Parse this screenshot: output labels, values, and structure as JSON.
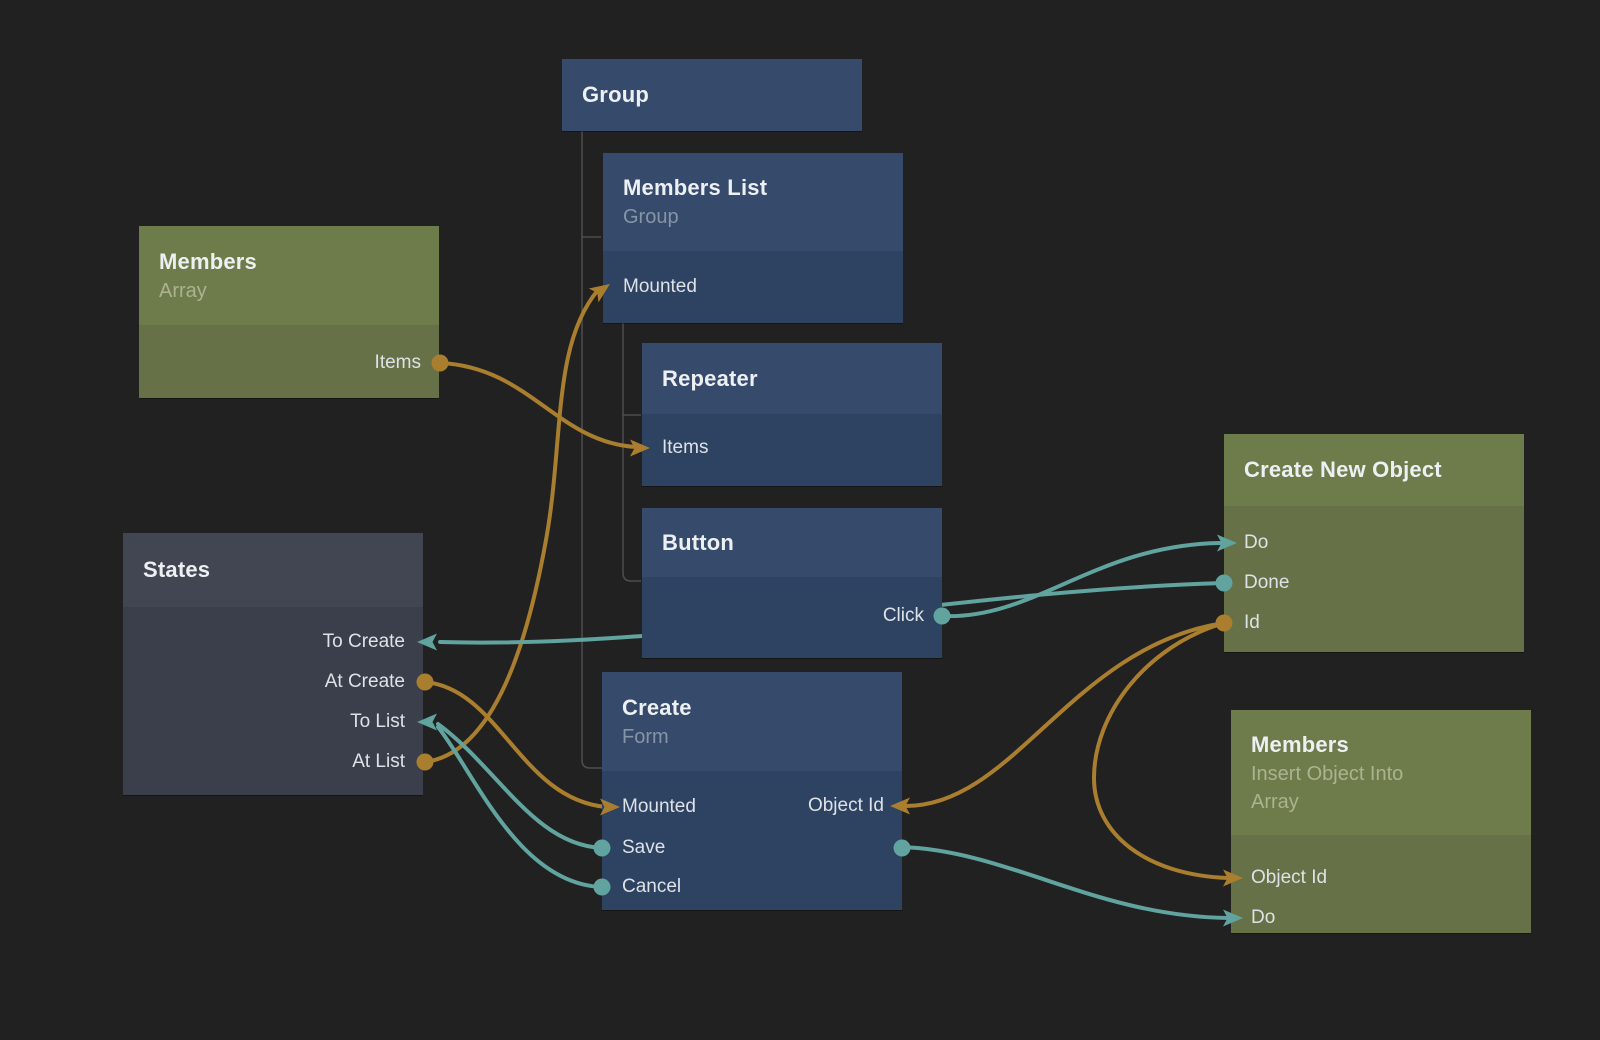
{
  "canvas": {
    "background": "#212121"
  },
  "colors": {
    "wire_orange": "#a97e2e",
    "wire_teal": "#61a39e",
    "node_blue_header": "#364a6b",
    "node_blue_body": "#2e4261",
    "node_green_header": "#6e7c4b",
    "node_green_body": "#677147",
    "node_dark_header": "#424653",
    "node_dark_body": "#3b3f4c"
  },
  "nodes": {
    "group": {
      "title": "Group"
    },
    "members_array": {
      "title": "Members",
      "subtitle": "Array",
      "ports": {
        "items": {
          "label": "Items"
        }
      }
    },
    "members_list": {
      "title": "Members List",
      "subtitle": "Group",
      "ports": {
        "mounted": {
          "label": "Mounted"
        }
      }
    },
    "repeater": {
      "title": "Repeater",
      "ports": {
        "items": {
          "label": "Items"
        }
      }
    },
    "button": {
      "title": "Button",
      "ports": {
        "click": {
          "label": "Click"
        }
      }
    },
    "states": {
      "title": "States",
      "ports": {
        "to_create": {
          "label": "To Create"
        },
        "at_create": {
          "label": "At Create"
        },
        "to_list": {
          "label": "To List"
        },
        "at_list": {
          "label": "At List"
        }
      }
    },
    "create_form": {
      "title": "Create",
      "subtitle": "Form",
      "ports": {
        "mounted": {
          "label": "Mounted"
        },
        "object_id": {
          "label": "Object Id"
        },
        "save": {
          "label": "Save"
        },
        "cancel": {
          "label": "Cancel"
        }
      }
    },
    "create_new_object": {
      "title": "Create New Object",
      "ports": {
        "do": {
          "label": "Do"
        },
        "done": {
          "label": "Done"
        },
        "id": {
          "label": "Id"
        }
      }
    },
    "members_insert": {
      "title": "Members",
      "subtitle": "Insert Object Into Array",
      "ports": {
        "object_id": {
          "label": "Object Id"
        },
        "do": {
          "label": "Do"
        }
      }
    }
  },
  "connections": [
    {
      "from": "members_array.items",
      "to": "repeater.items",
      "color": "#a97e2e"
    },
    {
      "from": "states.at_list",
      "to": "members_list.mounted",
      "color": "#a97e2e"
    },
    {
      "from": "states.at_create",
      "to": "create_form.mounted",
      "color": "#a97e2e"
    },
    {
      "from": "create_new_object.done",
      "to": "states.to_create",
      "color": "#61a39e"
    },
    {
      "from": "button.click",
      "to": "create_new_object.do",
      "color": "#61a39e"
    },
    {
      "from": "create_form.save",
      "to": "members_insert.do",
      "color": "#61a39e"
    },
    {
      "from": "create_form.save",
      "to": "states.to_list",
      "color": "#61a39e"
    },
    {
      "from": "create_form.cancel",
      "to": "states.to_list",
      "color": "#61a39e"
    },
    {
      "from": "create_new_object.id",
      "to": "create_form.object_id",
      "color": "#a97e2e"
    },
    {
      "from": "create_new_object.id",
      "to": "members_insert.object_id",
      "color": "#a97e2e"
    }
  ]
}
